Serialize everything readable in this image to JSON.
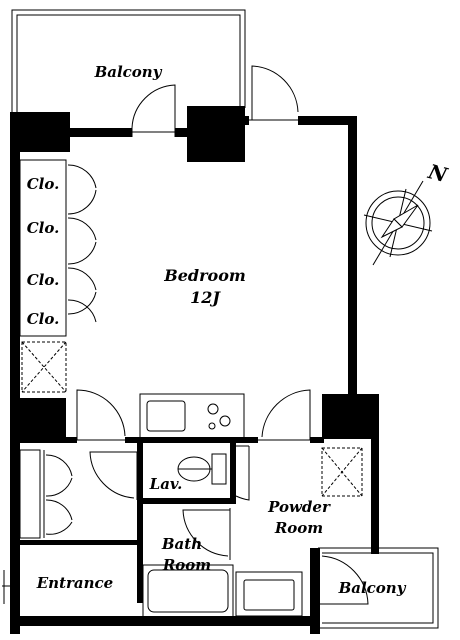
{
  "rooms": {
    "balcony_top": "Balcony",
    "bedroom": "Bedroom",
    "bedroom_size": "12J",
    "closet_1": "Clo.",
    "closet_2": "Clo.",
    "closet_3": "Clo.",
    "closet_4": "Clo.",
    "lavatory": "Lav.",
    "powder_room_line1": "Powder",
    "powder_room_line2": "Room",
    "bath_room_line1": "Bath",
    "bath_room_line2": "Room",
    "entrance": "Entrance",
    "balcony_bottom": "Balcony"
  },
  "compass": {
    "north_label": "N"
  },
  "colors": {
    "wall": "#000000",
    "background": "#ffffff"
  }
}
